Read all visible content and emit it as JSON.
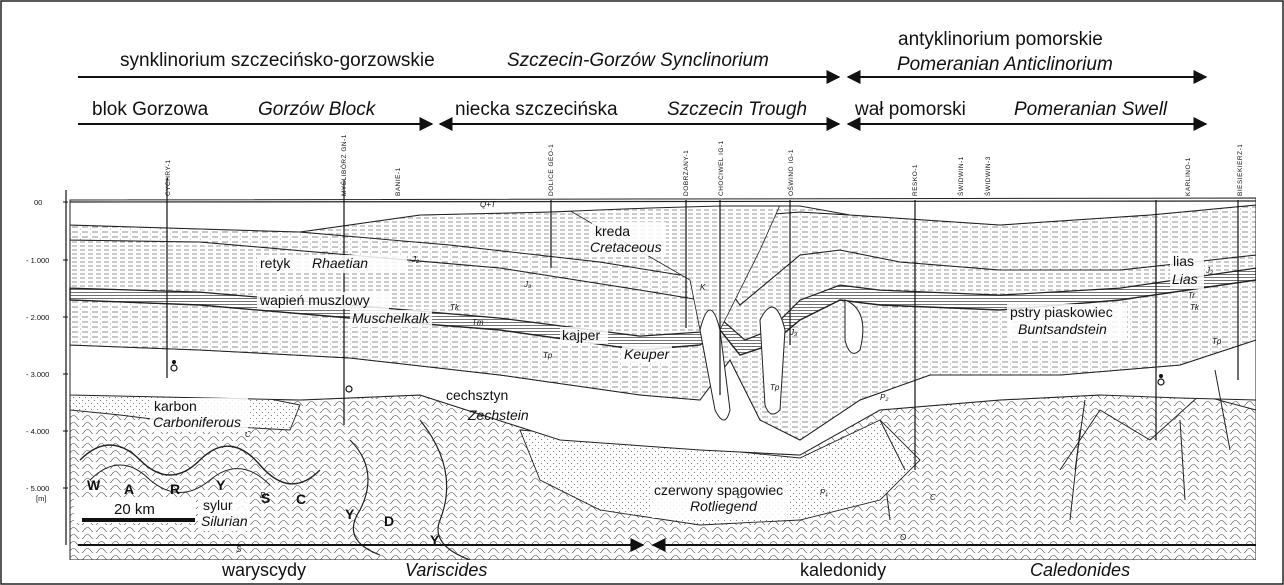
{
  "headers": {
    "synclinorium_pl": "synklinorium szczecińsko-gorzowskie",
    "synclinorium_en": "Szczecin-Gorzów Synclinorium",
    "anticlinorium_pl": "antyklinorium pomorskie",
    "anticlinorium_en": "Pomeranian Anticlinorium",
    "block_pl": "blok Gorzowa",
    "block_en": "Gorzów Block",
    "trough_pl": "niecka szczecińska",
    "trough_en": "Szczecin Trough",
    "swell_pl": "wał pomorski",
    "swell_en": "Pomeranian Swell"
  },
  "wells": [
    "CYCHRY-1",
    "MYŚLIBÓRZ GN-1",
    "BANIE-1",
    "DOLICE GEO-1",
    "DOBRZANY-1",
    "CHOCIWEL IG-1",
    "OŚWINO IG-1",
    "RESKO-1",
    "ŚWIDWIN-1",
    "ŚWIDWIN-3",
    "KARLINO-1",
    "BIESIEKIERZ-1"
  ],
  "depth_axis": {
    "ticks": [
      "00",
      "- 1.000",
      "- 2.000",
      "- 3.000",
      "- 4.000",
      "- 5.000"
    ],
    "unit": "[m]"
  },
  "units": {
    "q": "Q+T",
    "kreda": "kreda",
    "cretaceous": "Cretaceous",
    "retyk": "retyk",
    "rhaetian": "Rhaetian",
    "wapien": "wapień muszlowy",
    "muschelkalk": "Muschelkalk",
    "kajper": "kajper",
    "keuper": "Keuper",
    "lias_pl": "lias",
    "lias_en": "Lias",
    "pstry": "pstry piaskowiec",
    "buntsandstein": "Buntsandstein",
    "cechsztyn": "cechsztyn",
    "zechstein": "Zechstein",
    "karbon": "karbon",
    "carboniferous": "Carboniferous",
    "sylur": "sylur",
    "silurian": "Silurian",
    "czerwony": "czerwony spągowiec",
    "rotliegend": "Rotliegend"
  },
  "fold_letters": [
    "W",
    "A",
    "R",
    "Y",
    "S",
    "C",
    "Y",
    "D",
    "Y"
  ],
  "scale_bar": {
    "label": "20 km"
  },
  "bottom": {
    "variscides_pl": "waryscydy",
    "variscides_en": "Variscides",
    "caledonides_pl": "kaledonidy",
    "caledonides_en": "Caledonides"
  },
  "colors": {
    "ink": "#111111",
    "background": "#ffffff"
  }
}
